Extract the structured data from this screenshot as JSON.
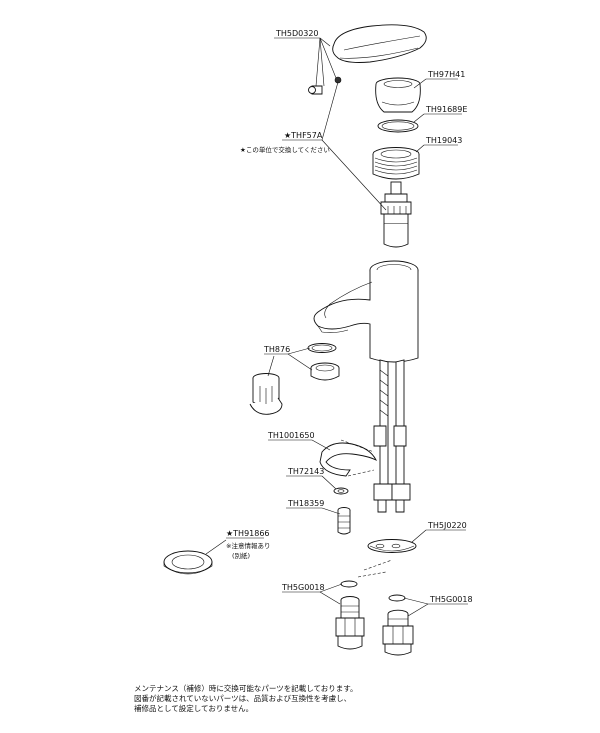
{
  "parts": {
    "lever": "TH5D0320",
    "cover": "TH97H41",
    "o_ring": "TH91689E",
    "nut": "TH19043",
    "cartridge": "★THF57A",
    "cartridge_note": "★この単位で交換してください",
    "aerator": "TH876",
    "clip": "TH1001650",
    "washer": "TH72143",
    "bolt": "TH18359",
    "plate": "TH5J0220",
    "gasket": "★TH91866",
    "gasket_note_1": "※注意情報あり",
    "gasket_note_2": "(別紙)",
    "fitting_left": "TH5G0018",
    "fitting_right": "TH5G0018"
  },
  "footer": {
    "line1": "メンテナンス（補修）時に交換可能なパーツを記載しております。",
    "line2": "図番が記載されていないパーツは、品質および互換性を考慮し、",
    "line3": "補修品として設定しておりません。"
  }
}
